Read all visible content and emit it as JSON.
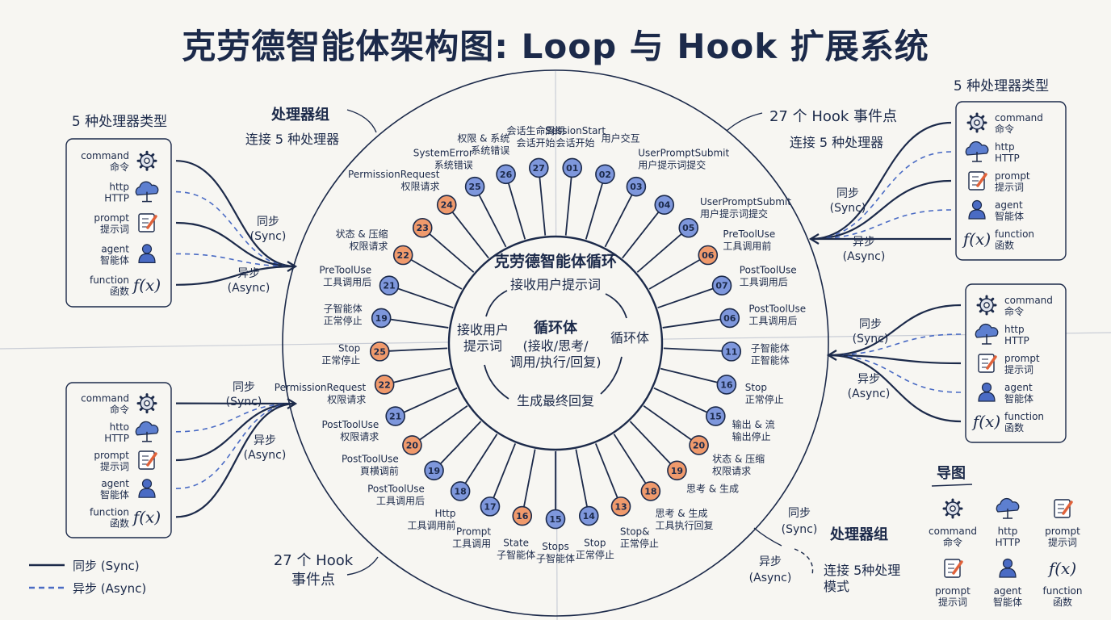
{
  "title": "克劳德智能体架构图: Loop 与 Hook 扩展系统",
  "loop": {
    "ring_title": "克劳德智能体循环",
    "center_title": "循环体",
    "center_sub1": "(接收/思考/",
    "center_sub2": "调用/执行/回复)",
    "step_top": "接收用户提示词",
    "step_right": "循环体",
    "step_bottom": "生成最终回复",
    "step_left1": "接收用户",
    "step_left2": "提示词"
  },
  "nodes": [
    {
      "num": "01",
      "kind": "blue",
      "l1": "SessionStart",
      "l2": "会话开始"
    },
    {
      "num": "02",
      "kind": "blue",
      "l1": "用户交互",
      "l2": ""
    },
    {
      "num": "03",
      "kind": "blue",
      "l1": "UserPromptSubmit",
      "l2": "用户提示词提交"
    },
    {
      "num": "04",
      "kind": "blue",
      "l1": "",
      "l2": ""
    },
    {
      "num": "05",
      "kind": "blue",
      "l1": "UserPromptSubmit",
      "l2": "用户提示词提交"
    },
    {
      "num": "06",
      "kind": "orange",
      "l1": "PreToolUse",
      "l2": "工具调用前"
    },
    {
      "num": "07",
      "kind": "blue",
      "l1": "PostToolUse",
      "l2": "工具调用后"
    },
    {
      "num": "06",
      "kind": "blue",
      "l1": "PostToolUse",
      "l2": "工具调用后"
    },
    {
      "num": "11",
      "kind": "blue",
      "l1": "子智能体",
      "l2": "正智能体"
    },
    {
      "num": "16",
      "kind": "blue",
      "l1": "Stop",
      "l2": "正常停止"
    },
    {
      "num": "15",
      "kind": "blue",
      "l1": "输出 & 流",
      "l2": "输出停止"
    },
    {
      "num": "20",
      "kind": "orange",
      "l1": "状态 & 压缩",
      "l2": "权限请求"
    },
    {
      "num": "19",
      "kind": "orange",
      "l1": "思考 & 生成",
      "l2": ""
    },
    {
      "num": "18",
      "kind": "orange",
      "l1": "思考 & 生成",
      "l2": "工具执行回复"
    },
    {
      "num": "13",
      "kind": "orange",
      "l1": "Stop&",
      "l2": "正常停止"
    },
    {
      "num": "14",
      "kind": "blue",
      "l1": "Stop",
      "l2": "正常停止"
    },
    {
      "num": "15",
      "kind": "blue",
      "l1": "Stops",
      "l2": "子智能体"
    },
    {
      "num": "16",
      "kind": "orange",
      "l1": "State",
      "l2": "子智能体"
    },
    {
      "num": "17",
      "kind": "blue",
      "l1": "Prompt",
      "l2": "工具调用"
    },
    {
      "num": "18",
      "kind": "blue",
      "l1": "Http",
      "l2": "工具调用前"
    },
    {
      "num": "19",
      "kind": "blue",
      "l1": "PostToolUse",
      "l2": "工具调用后"
    },
    {
      "num": "20",
      "kind": "orange",
      "l1": "PostToolUse",
      "l2": "頁横调前"
    },
    {
      "num": "21",
      "kind": "blue",
      "l1": "PostToolUse",
      "l2": "权限请求"
    },
    {
      "num": "22",
      "kind": "orange",
      "l1": "PermissionRequest",
      "l2": "权限请求"
    },
    {
      "num": "25",
      "kind": "orange",
      "l1": "Stop",
      "l2": "正常停止"
    },
    {
      "num": "19",
      "kind": "blue",
      "l1": "子智能体",
      "l2": "正常停止"
    },
    {
      "num": "21",
      "kind": "blue",
      "l1": "PreToolUse",
      "l2": "工具调用后"
    },
    {
      "num": "22",
      "kind": "orange",
      "l1": "状态 & 压缩",
      "l2": "权限请求"
    },
    {
      "num": "23",
      "kind": "orange",
      "l1": "",
      "l2": ""
    },
    {
      "num": "24",
      "kind": "orange",
      "l1": "PermissionRequest",
      "l2": "权限请求"
    },
    {
      "num": "25",
      "kind": "blue",
      "l1": "SystemError",
      "l2": "系统错误"
    },
    {
      "num": "26",
      "kind": "blue",
      "l1": "权限 & 系统",
      "l2": "系统错误"
    },
    {
      "num": "27",
      "kind": "blue",
      "l1": "会话生命周期",
      "l2": "会话开始"
    }
  ],
  "callouts": {
    "processor_group": "处理器组",
    "connect_5": "连接 5 种处理器",
    "hook_27": "27 个 Hook 事件点",
    "connect_5_right": "连接 5 种处理器",
    "hook_27_bottom_1": "27 个 Hook",
    "hook_27_bottom_2": "事件点",
    "processor_group_br": "处理器组",
    "connect_mode_1": "连接 5种处理",
    "connect_mode_2": "模式"
  },
  "sync": {
    "sync_cn": "同步",
    "sync_en": "(Sync)",
    "async_cn": "异步",
    "async_en": "(Async)"
  },
  "panels": {
    "left_top_title": "5 种处理器类型",
    "right_top_title": "5 种处理器类型",
    "left_top": [
      {
        "en": "command",
        "cn": "命令",
        "icon": "gear"
      },
      {
        "en": "http",
        "cn": "HTTP",
        "icon": "cloud"
      },
      {
        "en": "prompt",
        "cn": "提示词",
        "icon": "pencil"
      },
      {
        "en": "agent",
        "cn": "智能体",
        "icon": "person"
      },
      {
        "en": "function",
        "cn": "函数",
        "icon": "fx"
      }
    ],
    "left_bottom": [
      {
        "en": "command",
        "cn": "命令",
        "icon": "gear"
      },
      {
        "en": "htto",
        "cn": "HTTP",
        "icon": "cloud"
      },
      {
        "en": "prompt",
        "cn": "提示词",
        "icon": "pencil"
      },
      {
        "en": "agent",
        "cn": "智能体",
        "icon": "person"
      },
      {
        "en": "function",
        "cn": "函数",
        "icon": "fx"
      }
    ],
    "right_top": [
      {
        "en": "command",
        "cn": "命令",
        "icon": "gear"
      },
      {
        "en": "http",
        "cn": "HTTP",
        "icon": "cloud"
      },
      {
        "en": "prompt",
        "cn": "提示词",
        "icon": "pencil"
      },
      {
        "en": "agent",
        "cn": "智能体",
        "icon": "person"
      },
      {
        "en": "function",
        "cn": "函数",
        "icon": "fx"
      }
    ],
    "right_mid": [
      {
        "en": "command",
        "cn": "命令",
        "icon": "gear"
      },
      {
        "en": "http",
        "cn": "HTTP",
        "icon": "cloud"
      },
      {
        "en": "prompt",
        "cn": "提示词",
        "icon": "pencil"
      },
      {
        "en": "agent",
        "cn": "智能体",
        "icon": "person"
      },
      {
        "en": "function",
        "cn": "函数",
        "icon": "fx"
      }
    ]
  },
  "guide": {
    "title": "导图",
    "items": [
      {
        "en": "command",
        "cn": "命令",
        "icon": "gear"
      },
      {
        "en": "http",
        "cn": "HTTP",
        "icon": "cloud"
      },
      {
        "en": "prompt",
        "cn": "提示词",
        "icon": "pencil"
      },
      {
        "en": "prompt",
        "cn": "提示词",
        "icon": "pencil"
      },
      {
        "en": "agent",
        "cn": "智能体",
        "icon": "person"
      },
      {
        "en": "function",
        "cn": "函数",
        "icon": "fx"
      }
    ]
  },
  "legend": {
    "sync": "同步 (Sync)",
    "async": "异步 (Async)"
  },
  "colors": {
    "navy": "#1c2a4a",
    "blue_node": "#7e97dc",
    "orange_node": "#f09a6c",
    "dash": "#4a6bc4"
  }
}
